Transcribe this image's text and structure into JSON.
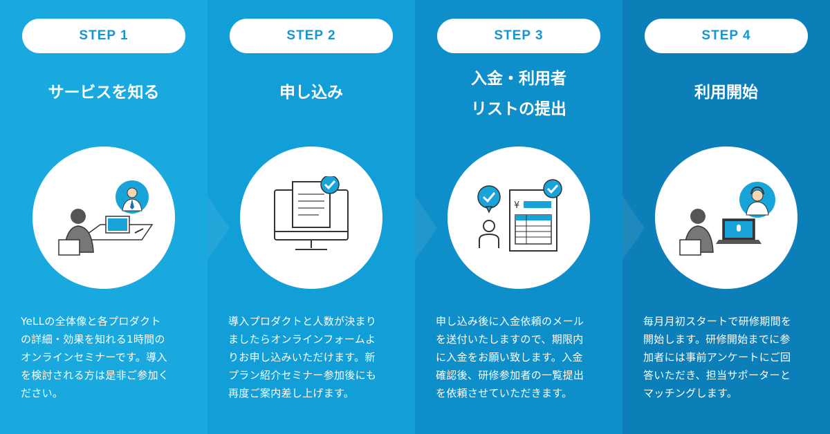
{
  "steps": [
    {
      "label": "STEP 1",
      "title": "サービスを知る",
      "description": "YeLLの全体像と各プロダクト\nの詳細・効果を知れる1時間の\nオンラインセミナーです。導入\nを検討される方は是非ご参加く\nださい。",
      "illustration": "person-laptop-video-call-icon"
    },
    {
      "label": "STEP 2",
      "title": "申し込み",
      "description": "導入プロダクトと人数が決まり\nましたらオンラインフォームよ\nりお申し込みいただけます。新\nプラン紹介セミナー参加後にも\n再度ご案内差し上げます。",
      "illustration": "monitor-form-check-icon"
    },
    {
      "label": "STEP 3",
      "title": "入金・利用者\nリストの提出",
      "description": "申し込み後に入金依頼のメール\nを送付いたしますので、期限内\nに入金をお願い致します。入金\n確認後、研修参加者の一覧提出\nを依頼させていただきます。",
      "illustration": "person-invoice-check-icon"
    },
    {
      "label": "STEP 4",
      "title": "利用開始",
      "description": "毎月月初スタートで研修期間を\n開始します。研修開始までに参\n加者には事前アンケートにご回\n答いただき、担当サポーターと\nマッチングします。",
      "illustration": "person-laptop-supporter-icon"
    }
  ]
}
